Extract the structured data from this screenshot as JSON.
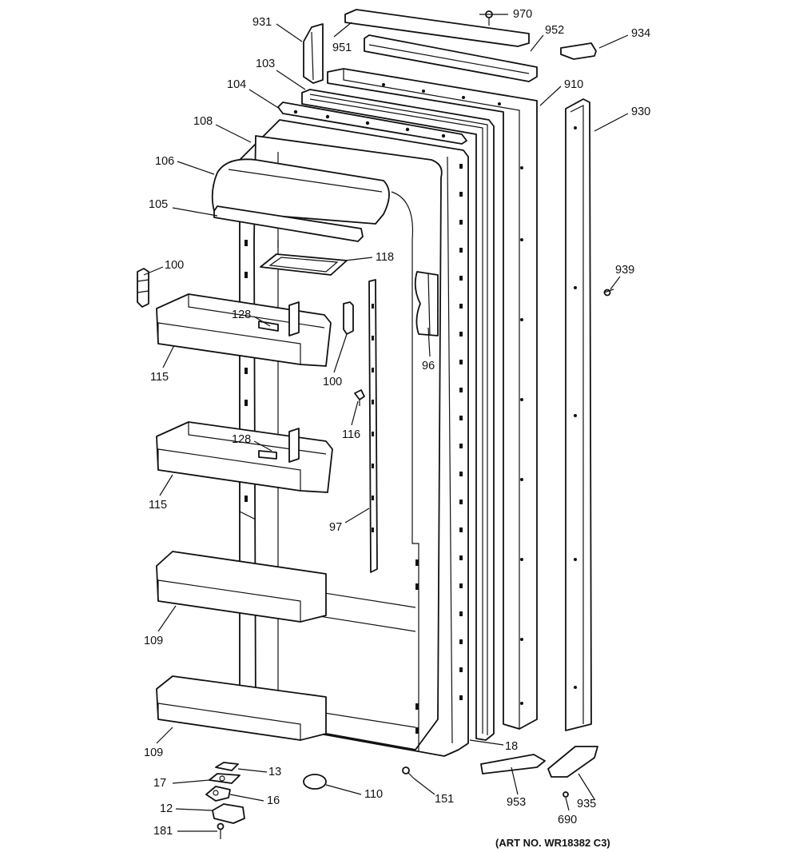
{
  "diagram": {
    "art_number": "(ART NO. WR18382 C3)",
    "callouts": {
      "931": "931",
      "970": "970",
      "951": "951",
      "952": "952",
      "934": "934",
      "103": "103",
      "910": "910",
      "104": "104",
      "930": "930",
      "108": "108",
      "106": "106",
      "105": "105",
      "118": "118",
      "100a": "100",
      "939": "939",
      "128a": "128",
      "115a": "115",
      "100b": "100",
      "96": "96",
      "116": "116",
      "128b": "128",
      "115b": "115",
      "97": "97",
      "109a": "109",
      "109b": "109",
      "18": "18",
      "13": "13",
      "17": "17",
      "110": "110",
      "16": "16",
      "151": "151",
      "953": "953",
      "935": "935",
      "12": "12",
      "690": "690",
      "181": "181"
    }
  }
}
